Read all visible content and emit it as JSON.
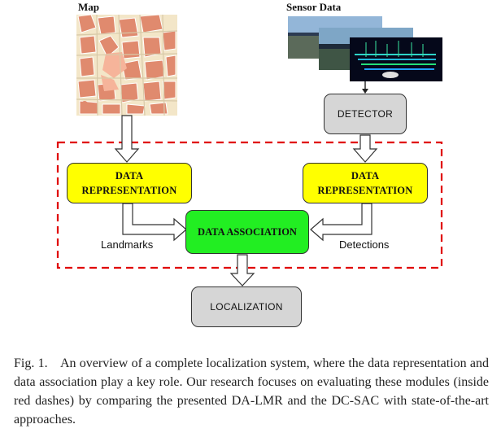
{
  "map": {
    "title": "Map"
  },
  "sensor": {
    "title": "Sensor Data"
  },
  "boxes": {
    "detector": "DETECTOR",
    "data_rep_left_l1": "DATA",
    "data_rep_left_l2": "REPRESENTATION",
    "data_rep_right_l1": "DATA",
    "data_rep_right_l2": "REPRESENTATION",
    "data_association": "DATA ASSOCIATION",
    "localization": "LOCALIZATION"
  },
  "edge_labels": {
    "landmarks": "Landmarks",
    "detections": "Detections"
  },
  "caption": {
    "prefix": "Fig. 1.",
    "text": "An overview of a complete localization system, where the data representation and data association play a key role. Our research focuses on evaluating these modules (inside red dashes) by comparing the presented DA-LMR and the DC-SAC with state-of-the-art approaches."
  },
  "colors": {
    "dashed_border": "#e00000",
    "yellow_box": "#ffff00",
    "green_box": "#22ee22",
    "gray_box": "#d6d6d6"
  }
}
